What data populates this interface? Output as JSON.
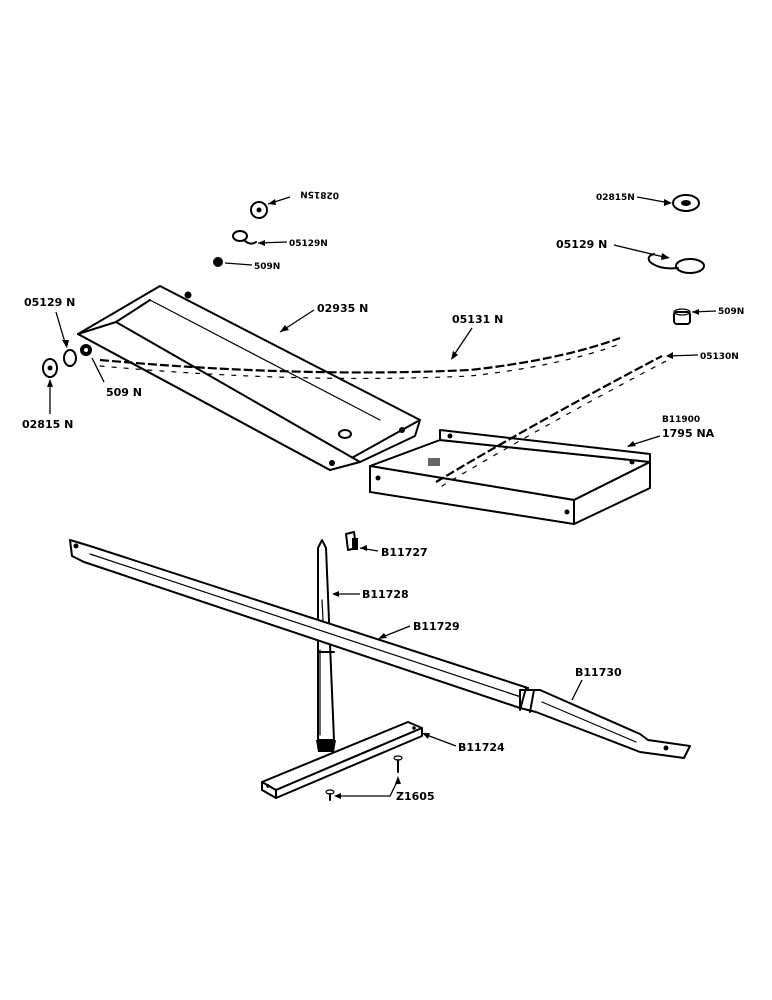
{
  "labels": {
    "washer_top_left": "02815N",
    "clip_top_left": "05129N",
    "nut_top_left": "509N",
    "washer_top_right": "02815N",
    "clip_top_right": "05129 N",
    "nut_right": "509N",
    "clip_left": "05129 N",
    "washer_left": "02815 N",
    "nut_left": "509 N",
    "shield": "02935 N",
    "chain_long": "05131 N",
    "chain_short": "05130N",
    "tray_line1": "B11900",
    "tray_line2": "1795 NA",
    "pin": "B11727",
    "stand": "B11728",
    "tube": "B11729",
    "extension": "B11730",
    "base": "B11724",
    "screw": "Z1605"
  }
}
